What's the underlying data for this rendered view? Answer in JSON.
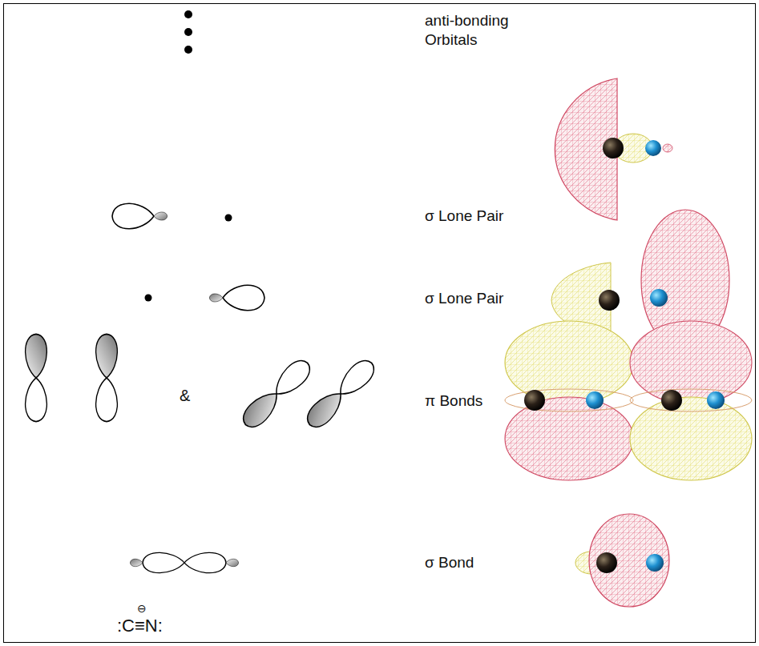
{
  "diagram": {
    "labels": [
      "anti-bonding Orbitals",
      "σ Lone Pair",
      "σ Lone Pair",
      "π Bonds",
      "σ Bond",
      "&",
      "⊖",
      ":C≡N:"
    ]
  }
}
